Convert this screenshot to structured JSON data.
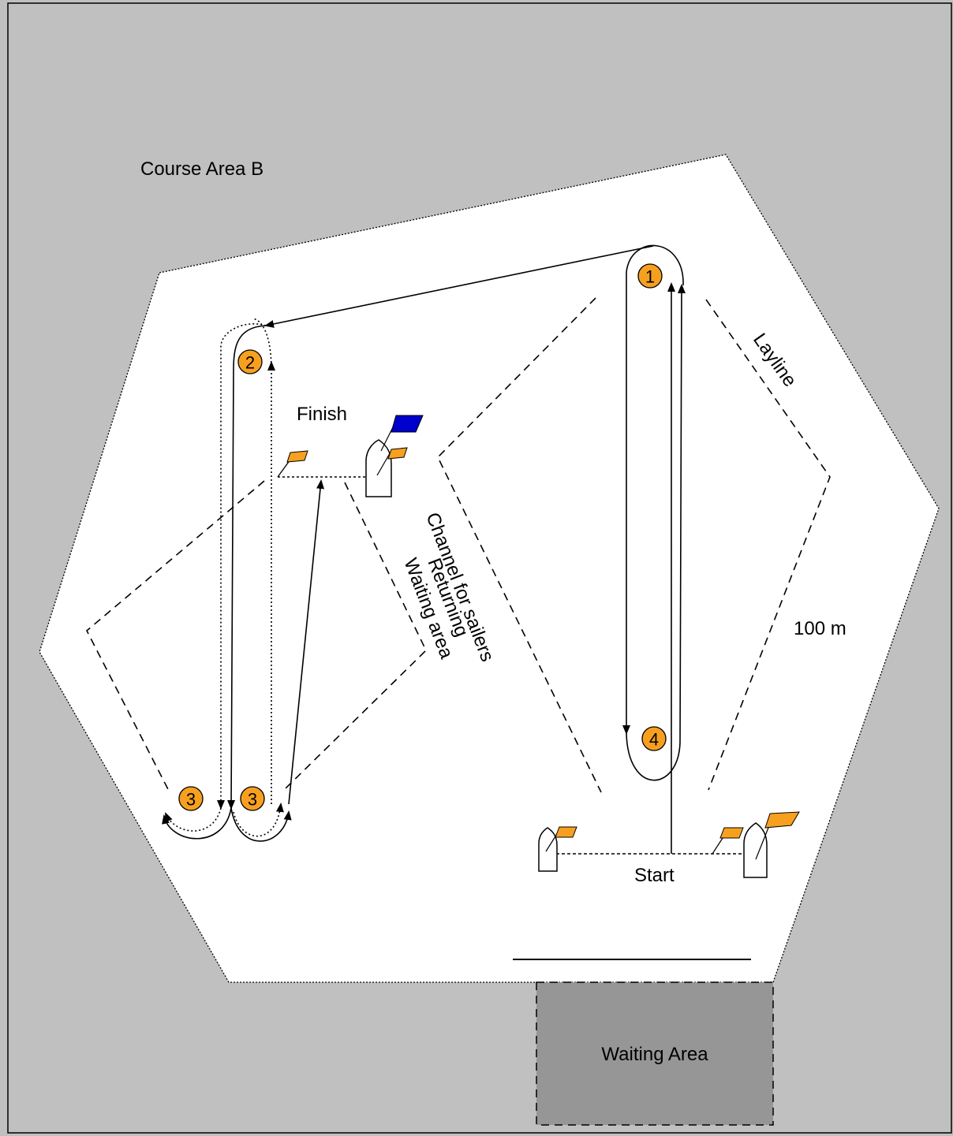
{
  "labels": {
    "course_area": "Course Area B",
    "layline": "Layline",
    "finish": "Finish",
    "channel": "Channel for sailers",
    "returning": "Returning",
    "waiting_area_inner": "Waiting area",
    "scale": "100 m",
    "start": "Start",
    "waiting_area_box": "Waiting Area"
  },
  "marks": [
    {
      "number": "1"
    },
    {
      "number": "2"
    },
    {
      "number": "3"
    },
    {
      "number": "3"
    },
    {
      "number": "4"
    }
  ],
  "colors": {
    "background": "#c0c0c0",
    "course_area": "#ffffff",
    "waiting_area": "#969696",
    "mark_fill": "#f7a020",
    "flag_orange": "#f7a020",
    "flag_blue": "#0000cc"
  }
}
